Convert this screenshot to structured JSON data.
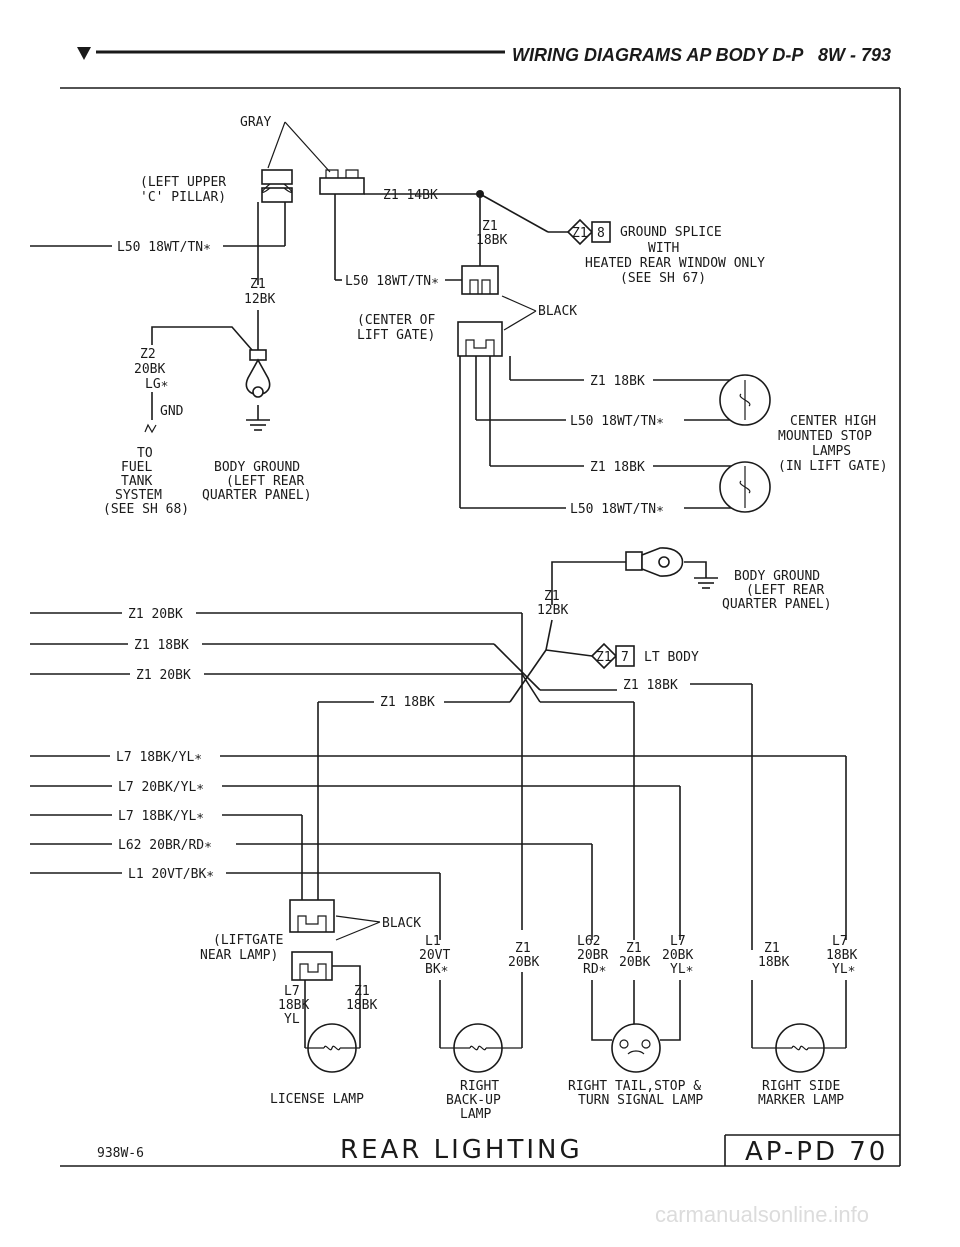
{
  "header": {
    "title": "WIRING DIAGRAMS AP BODY D-P",
    "section": "8W - 793"
  },
  "footer": {
    "code": "938W-6",
    "title": "REAR LIGHTING",
    "page": "AP-PD 70"
  },
  "watermark": "carmanualsonline.info",
  "connectors": {
    "gray": "GRAY",
    "left_pillar": [
      "(LEFT UPPER",
      "'C' PILLAR)"
    ],
    "center_liftgate": [
      "(CENTER OF",
      "LIFT GATE)"
    ],
    "black_top": "BLACK",
    "black_lift": "BLACK",
    "liftgate_lamp": [
      "(LIFTGATE",
      "NEAR LAMP)"
    ]
  },
  "splices": {
    "ground_id": "Z1",
    "ground_num": "8",
    "ground_text": [
      "GROUND SPLICE",
      "WITH",
      "HEATED REAR WINDOW ONLY",
      "(SEE SH 67)"
    ],
    "lt_id": "Z1",
    "lt_num": "7",
    "lt_text": "LT BODY"
  },
  "wires": {
    "z1_14bk": "Z1 14BK",
    "l50_left": "L50 18WT/TN∗",
    "l50_mid": "L50 18WT/TN∗",
    "z1_18bk_a": [
      "Z1",
      "18BK"
    ],
    "z1_12bk_a": [
      "Z1",
      "12BK"
    ],
    "z2": [
      "Z2",
      "20BK",
      "LG∗"
    ],
    "gnd": "GND",
    "hm_z1_a": "Z1 18BK",
    "hm_l50_a": "L50 18WT/TN∗",
    "hm_z1_b": "Z1 18BK",
    "hm_l50_b": "L50 18WT/TN∗",
    "z1_12bk_b": [
      "Z1",
      "12BK"
    ],
    "z1_20bk_a": "Z1 20BK",
    "z1_18bk_b": "Z1 18BK",
    "z1_20bk_b": "Z1 20BK",
    "z1_18bk_c": "Z1 18BK",
    "z1_18bk_d": "Z1 18BK",
    "l7_a": "L7 18BK/YL∗",
    "l7_b": "L7 20BK/YL∗",
    "l7_c": "L7 18BK/YL∗",
    "l62": "L62 20BR/RD∗",
    "l1": "L1 20VT/BK∗",
    "lic_l7": [
      "L7",
      "18BK",
      "YL"
    ],
    "lic_z1": [
      "Z1",
      "18BK"
    ],
    "bu_l1": [
      "L1",
      "20VT",
      "BK∗"
    ],
    "bu_z1": [
      "Z1",
      "20BK"
    ],
    "ts_l62": [
      "L62",
      "20BR",
      "RD∗"
    ],
    "ts_z1": [
      "Z1",
      "20BK"
    ],
    "ts_l7": [
      "L7",
      "20BK",
      "YL∗"
    ],
    "sm_z1": [
      "Z1",
      "18BK"
    ],
    "sm_l7": [
      "L7",
      "18BK",
      "YL∗"
    ]
  },
  "grounds": {
    "fuel_tank": [
      "TO",
      "FUEL",
      "TANK",
      "SYSTEM",
      "(SEE SH 68)"
    ],
    "body_ground_left": [
      "BODY GROUND",
      "(LEFT REAR",
      "QUARTER PANEL)"
    ],
    "body_ground_right": [
      "BODY GROUND",
      "(LEFT REAR",
      "QUARTER PANEL)"
    ]
  },
  "lamps": {
    "chmsl": [
      "CENTER HIGH",
      "MOUNTED STOP",
      "LAMPS",
      "(IN LIFT GATE)"
    ],
    "license": "LICENSE LAMP",
    "backup": [
      "RIGHT",
      "BACK-UP",
      "LAMP"
    ],
    "tail": [
      "RIGHT TAIL,STOP &",
      "TURN SIGNAL LAMP"
    ],
    "side_marker": [
      "RIGHT SIDE",
      "MARKER LAMP"
    ]
  }
}
